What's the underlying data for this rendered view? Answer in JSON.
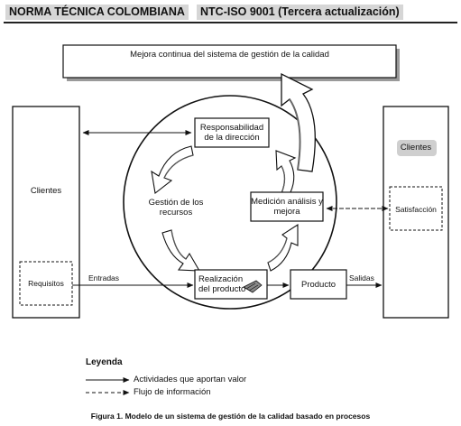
{
  "header": {
    "left": "NORMA TÉCNICA COLOMBIANA",
    "right": "NTC-ISO 9001 (Tercera actualización)"
  },
  "diagram": {
    "top_box": "Mejora continua del sistema de gestión de la calidad",
    "left_clients": "Clientes",
    "requisitos": "Requisitos",
    "right_clients": "Clientes",
    "satisfaccion": "Satisfacción",
    "responsabilidad": "Responsabilidad de la dirección",
    "gestion": "Gestión de los recursos",
    "medicion": "Medición análisis y mejora",
    "realizacion": "Realización del producto",
    "producto": "Producto",
    "entradas": "Entradas",
    "salidas": "Salidas"
  },
  "legend": {
    "title": "Leyenda",
    "solid_label": "Actividades que aportan valor",
    "dashed_label": "Flujo de información"
  },
  "caption": "Figura 1. Modelo de un sistema de gestión de la calidad basado en procesos",
  "colors": {
    "header_bg": "#d6d6d6",
    "line": "#111111",
    "panel": "#cfcfcf"
  }
}
